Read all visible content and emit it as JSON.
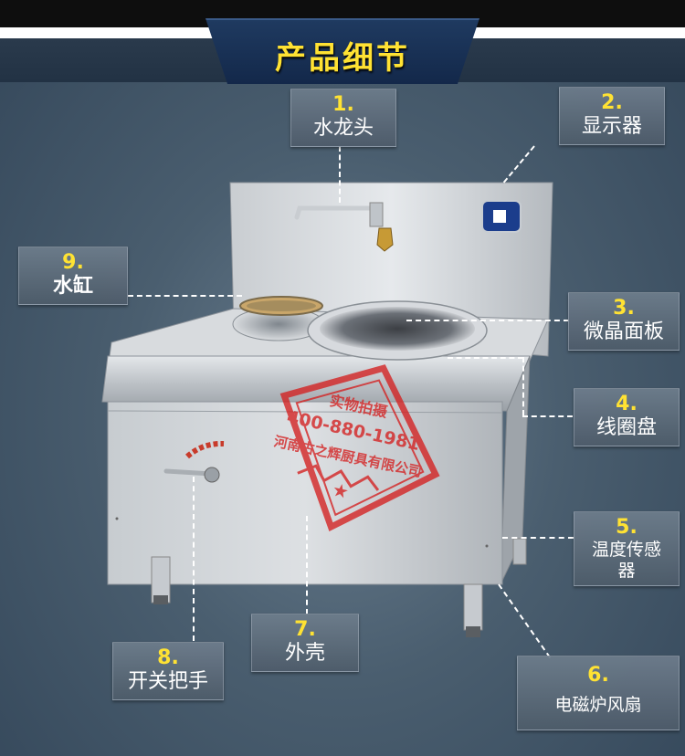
{
  "header": {
    "title": "产品细节"
  },
  "labels": [
    {
      "id": "faucet",
      "num": "1.",
      "text": "水龙头"
    },
    {
      "id": "display",
      "num": "2.",
      "text": "显示器"
    },
    {
      "id": "crystal-panel",
      "num": "3.",
      "text": "微晶面板"
    },
    {
      "id": "coil-disc",
      "num": "4.",
      "text": "线圈盘"
    },
    {
      "id": "temp-sensor",
      "num": "5.",
      "text": "温度传感器"
    },
    {
      "id": "fan",
      "num": "6.",
      "text": "电磁炉风扇"
    },
    {
      "id": "housing",
      "num": "7.",
      "text": "外壳"
    },
    {
      "id": "switch-handle",
      "num": "8.",
      "text": "开关把手"
    },
    {
      "id": "water-tank",
      "num": "9.",
      "text": "水缸"
    }
  ],
  "stamp": {
    "title": "实物拍摄",
    "phone": "400-880-1981",
    "company": "河南古之辉厨具有限公司"
  },
  "colors": {
    "accent": "#ffe233",
    "stamp": "#d42020",
    "header_bg": "#13284a"
  }
}
